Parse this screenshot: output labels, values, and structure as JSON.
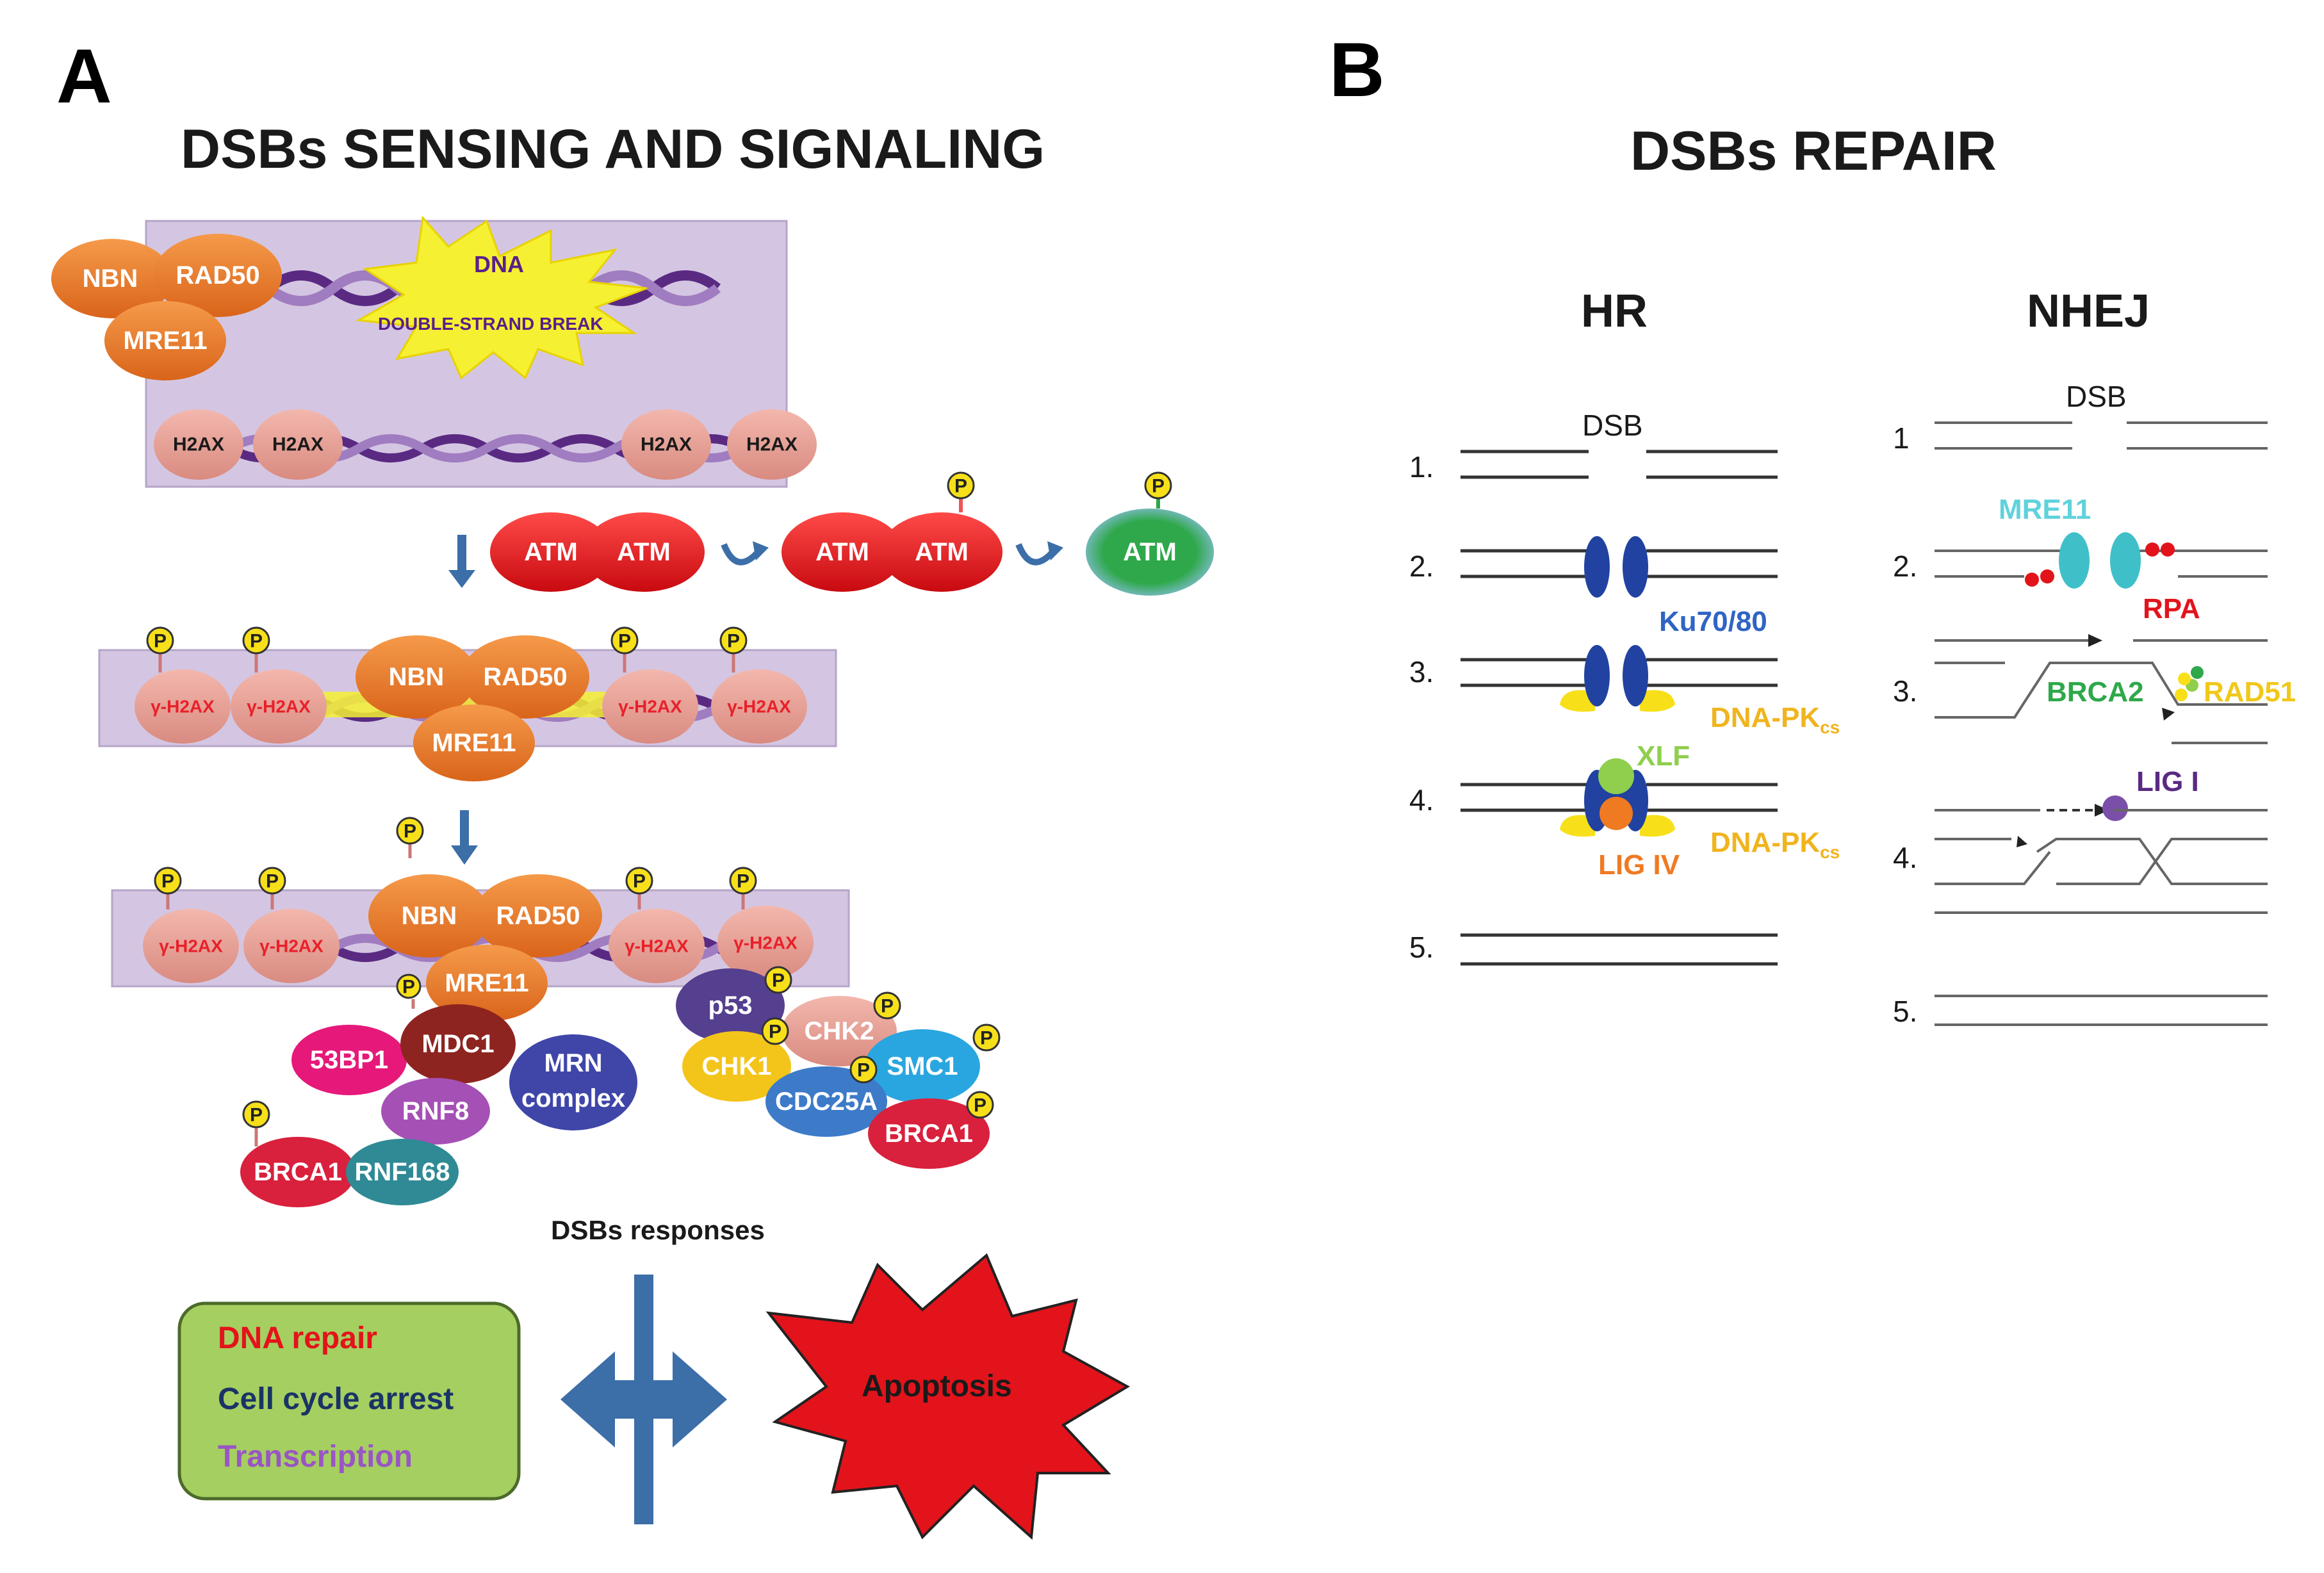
{
  "panel_a": {
    "letter": "A",
    "title": "DSBs SENSING AND SIGNALING",
    "dna_label": "DNA",
    "dsb_label": "DOUBLE-STRAND BREAK",
    "mrn": {
      "nbn": "NBN",
      "rad50": "RAD50",
      "mre11": "MRE11"
    },
    "h2ax": "H2AX",
    "atm": "ATM",
    "gamma_h2ax": "γ-H2AX",
    "phospho": "P",
    "proteins": {
      "p53bp1": "53BP1",
      "mdc1": "MDC1",
      "mrn_complex_1": "MRN",
      "mrn_complex_2": "complex",
      "rnf8": "RNF8",
      "brca1": "BRCA1",
      "rnf168": "RNF168",
      "p53": "p53",
      "chk2": "CHK2",
      "chk1": "CHK1",
      "smc1": "SMC1",
      "cdc25a": "CDC25A"
    },
    "responses_label": "DSBs responses",
    "responses": [
      "DNA repair",
      "Cell cycle arrest",
      "Transcription"
    ],
    "apoptosis": "Apoptosis"
  },
  "panel_b": {
    "letter": "B",
    "title": "DSBs REPAIR",
    "hr": {
      "title": "HR",
      "dsb": "DSB",
      "steps": [
        "1.",
        "2.",
        "3.",
        "4.",
        "5."
      ],
      "ku": "Ku70/80",
      "dnapk": "DNA-PK",
      "dnapk_sub": "cs",
      "xlf": "XLF",
      "lig4": "LIG IV"
    },
    "nhej": {
      "title": "NHEJ",
      "dsb": "DSB",
      "steps": [
        "1",
        "2.",
        "3.",
        "4.",
        "5."
      ],
      "mre11": "MRE11",
      "rpa": "RPA",
      "brca2": "BRCA2",
      "rad51": "RAD51",
      "lig1": "LIG I"
    }
  },
  "colors": {
    "orange": "#e87722",
    "red_atm": "#e3131b",
    "green_atm": "#2ea84a",
    "pink": "#e59c92",
    "lavender": "#d3c4e0",
    "blue_arrow": "#3c6ea8",
    "green_box": "#a5cf60",
    "ku_blue": "#2142a0",
    "mre11_cyan": "#3fc0c9",
    "yellow": "#f7e01a"
  }
}
